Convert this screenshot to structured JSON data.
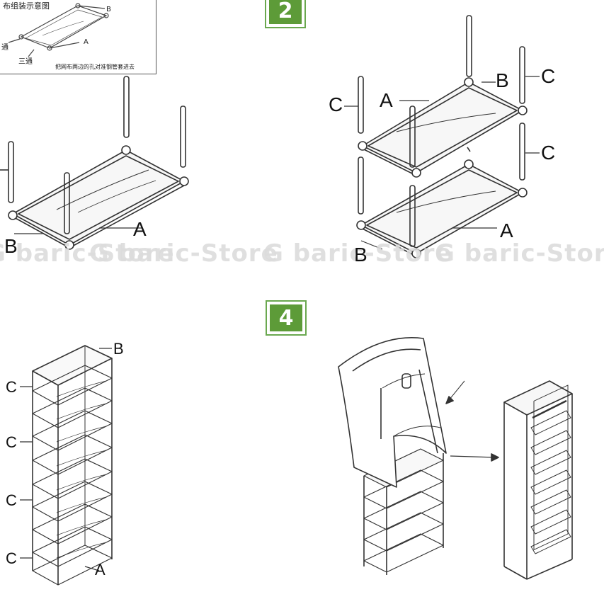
{
  "inset": {
    "title": "布组装示意图",
    "label_b": "B",
    "label_a": "A",
    "label_tong": "通",
    "label_santong": "三通",
    "note": "把网布两边的孔对准钢管套进去"
  },
  "steps": [
    {
      "number": "2"
    },
    {
      "number": "4"
    }
  ],
  "panel1_labels": {
    "a": "A",
    "b": "B"
  },
  "panel2_labels": {
    "a_top": "A",
    "b_top": "B",
    "c_left": "C",
    "c_right_top": "C",
    "c_right_mid": "C",
    "a_bottom": "A",
    "b_bottom": "B"
  },
  "panel3_labels": {
    "b": "B",
    "c1": "C",
    "c2": "C",
    "c3": "C",
    "c4": "C",
    "a": "A"
  },
  "watermark": {
    "text": "G  baric-Store"
  },
  "colors": {
    "frame": "#333333",
    "accent_green": "#5d9b38",
    "watermark": "#dcdcdc"
  }
}
